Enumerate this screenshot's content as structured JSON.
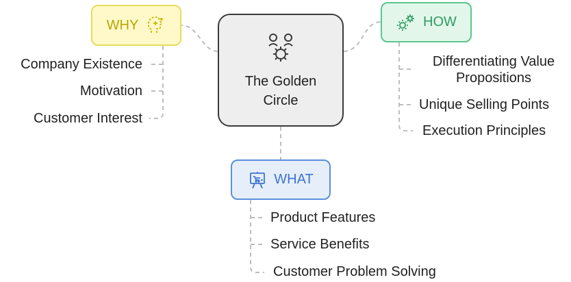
{
  "center": {
    "title": "The Golden Circle",
    "icon": "team-gears-icon"
  },
  "why": {
    "label": "WHY",
    "icon": "brain-idea-icon",
    "color": "#e6dd5c",
    "items": [
      "Company Existence",
      "Motivation",
      "Customer Interest"
    ]
  },
  "how": {
    "label": "HOW",
    "icon": "gears-icon",
    "color": "#58c78c",
    "items": [
      "Differentiating Value Propositions",
      "Unique Selling Points",
      "Execution Principles"
    ]
  },
  "what": {
    "label": "WHAT",
    "icon": "presentation-board-icon",
    "color": "#5b8fde",
    "items": [
      "Product Features",
      "Service Benefits",
      "Customer Problem Solving"
    ]
  }
}
